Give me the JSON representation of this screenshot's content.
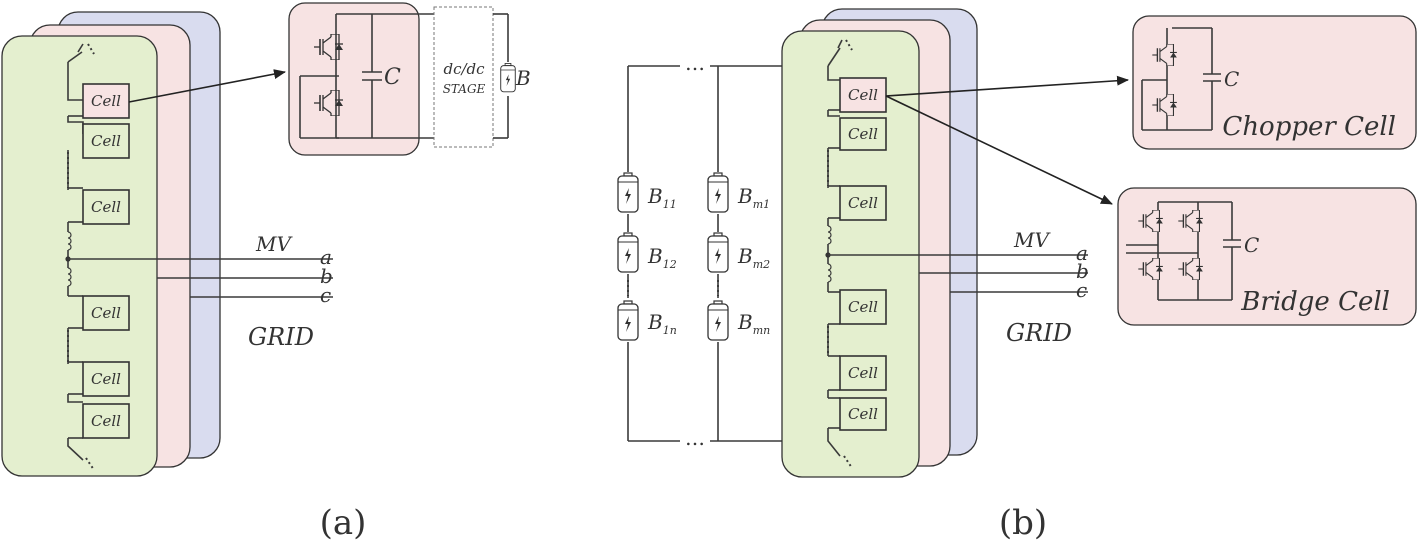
{
  "colors": {
    "green": "#e4efcf",
    "pink": "#f7e3e3",
    "blue": "#d9dcef",
    "cell_pink": "#f7e3e3",
    "line": "#3a3a3a"
  },
  "a": {
    "cell_label": "Cell",
    "cap_label": "C",
    "dcdc_line1": "dc/dc",
    "dcdc_line2": "STAGE",
    "battery_label": "B",
    "mv_label": "MV",
    "phase_a": "a",
    "phase_b": "b",
    "phase_c": "c",
    "grid_label": "GRID",
    "caption": "(a)"
  },
  "b": {
    "cell_label": "Cell",
    "battery_labels": [
      {
        "base": "B",
        "sub": "11"
      },
      {
        "base": "B",
        "sub": "12"
      },
      {
        "base": "B",
        "sub": "1n"
      },
      {
        "base": "B",
        "sub": "m1"
      },
      {
        "base": "B",
        "sub": "m2"
      },
      {
        "base": "B",
        "sub": "mn"
      }
    ],
    "chopper_label": "Chopper Cell",
    "bridge_label": "Bridge Cell",
    "cap_label": "C",
    "mv_label": "MV",
    "phase_a": "a",
    "phase_b": "b",
    "phase_c": "c",
    "grid_label": "GRID",
    "ellipsis": "…",
    "caption": "(b)"
  }
}
